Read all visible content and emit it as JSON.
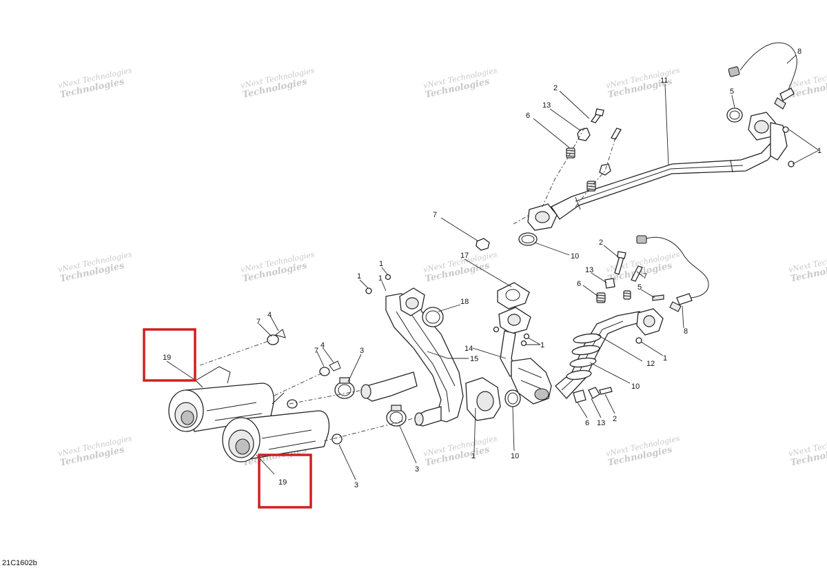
{
  "watermark": {
    "line1": "vNext Technologies",
    "line2": "Technologies"
  },
  "reference_code": "21C1602b",
  "highlight_color": "#d21f1f",
  "callouts": {
    "c1a": "1",
    "c1b": "1",
    "c1c": "1",
    "c1d": "1",
    "c1e": "1",
    "c1f": "1",
    "c1g": "1",
    "c2a": "2",
    "c2b": "2",
    "c2c": "2",
    "c3a": "3",
    "c3b": "3",
    "c3c": "3",
    "c4a": "4",
    "c4b": "4",
    "c5a": "5",
    "c5b": "5",
    "c6a": "6",
    "c6b": "6",
    "c6c": "6",
    "c7a": "7",
    "c7b": "7",
    "c7c": "7",
    "c7d": "7",
    "c8a": "8",
    "c8b": "8",
    "c10a": "10",
    "c10b": "10",
    "c10c": "10",
    "c11": "11",
    "c12": "12",
    "c13a": "13",
    "c13b": "13",
    "c13c": "13",
    "c14": "14",
    "c15": "15",
    "c17": "17",
    "c18": "18",
    "c19a": "19",
    "c19b": "19"
  }
}
